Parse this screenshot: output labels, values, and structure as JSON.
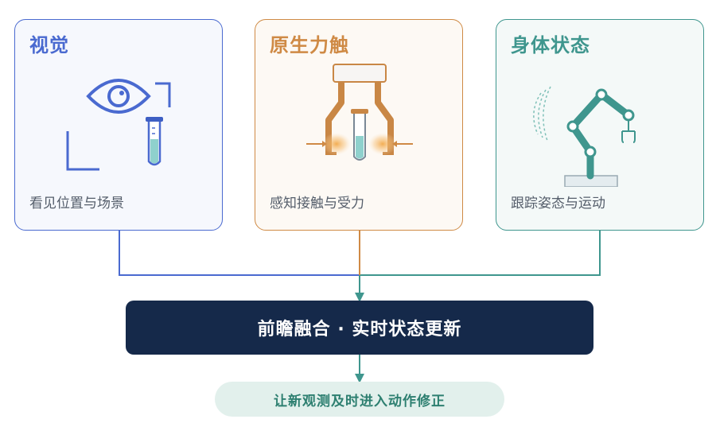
{
  "cards": {
    "vision": {
      "title": "视觉",
      "caption": "看见位置与场景",
      "color": "#4a6ad0"
    },
    "tactile": {
      "title": "原生力触",
      "caption": "感知接触与受力",
      "color": "#cf8a45"
    },
    "body": {
      "title": "身体状态",
      "caption": "跟踪姿态与运动",
      "color": "#3f968e"
    }
  },
  "fusion": {
    "label": "前瞻融合 · 实时状态更新",
    "color": "#15294a"
  },
  "output": {
    "label": "让新观测及时进入动作修正",
    "color": "#2d7f70"
  }
}
